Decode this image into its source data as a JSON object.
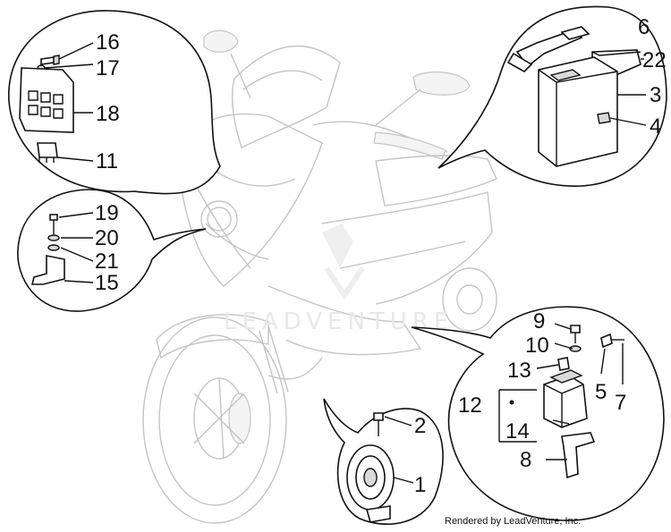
{
  "diagram": {
    "callouts": [
      {
        "id": "c16",
        "text": "16"
      },
      {
        "id": "c17",
        "text": "17"
      },
      {
        "id": "c18",
        "text": "18"
      },
      {
        "id": "c11",
        "text": "11"
      },
      {
        "id": "c19",
        "text": "19"
      },
      {
        "id": "c20",
        "text": "20"
      },
      {
        "id": "c21",
        "text": "21"
      },
      {
        "id": "c15",
        "text": "15"
      },
      {
        "id": "c6",
        "text": "6"
      },
      {
        "id": "c22",
        "text": "22"
      },
      {
        "id": "c3",
        "text": "3"
      },
      {
        "id": "c4",
        "text": "4"
      },
      {
        "id": "c9",
        "text": "9"
      },
      {
        "id": "c10",
        "text": "10"
      },
      {
        "id": "c13",
        "text": "13"
      },
      {
        "id": "c12",
        "text": "12"
      },
      {
        "id": "c14",
        "text": "14"
      },
      {
        "id": "c8",
        "text": "8"
      },
      {
        "id": "c5",
        "text": "5"
      },
      {
        "id": "c7",
        "text": "7"
      },
      {
        "id": "c2",
        "text": "2"
      },
      {
        "id": "c1",
        "text": "1"
      }
    ],
    "watermark": "LEADVENTURE",
    "credit": "Rendered by LeadVenture, Inc."
  }
}
